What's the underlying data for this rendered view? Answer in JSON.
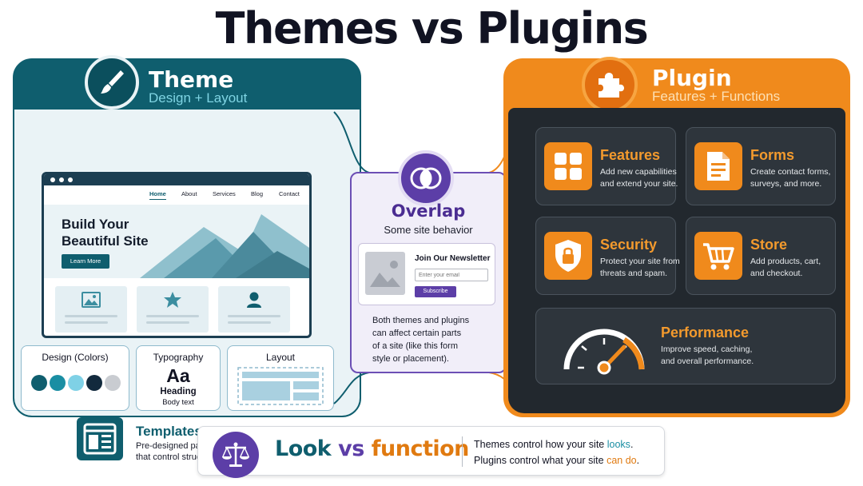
{
  "title": "Themes vs Plugins",
  "theme": {
    "title": "Theme",
    "subtitle": "Design + Layout",
    "icon": "paintbrush-icon",
    "browser": {
      "nav": [
        "Home",
        "About",
        "Services",
        "Blog",
        "Contact"
      ],
      "hero_line1": "Build Your",
      "hero_line2": "Beautiful Site",
      "hero_button": "Learn More"
    },
    "design": {
      "label": "Design (Colors)",
      "colors": [
        "#0f5e6e",
        "#1a8ea3",
        "#7fd1e6",
        "#122a3d",
        "#c9ccd1"
      ]
    },
    "typography": {
      "label": "Typography",
      "sample": "Aa",
      "heading": "Heading",
      "body": "Body text"
    },
    "layout": {
      "label": "Layout"
    },
    "templates": {
      "title": "Templates",
      "desc_line1": "Pre-designed page layouts",
      "desc_line2": "that control structure"
    }
  },
  "overlap": {
    "title": "Overlap",
    "subtitle": "Some site behavior",
    "form": {
      "title": "Join Our Newsletter",
      "placeholder": "Enter your email",
      "button": "Subscribe"
    },
    "desc_lines": [
      "Both themes and plugins",
      "can affect certain parts",
      "of a site (like this form",
      "style or placement)."
    ]
  },
  "plugin": {
    "title": "Plugin",
    "subtitle": "Features + Functions",
    "icon": "puzzle-icon",
    "features": {
      "title": "Features",
      "icon": "grid-icon",
      "line1": "Add new capabilities",
      "line2": "and extend your site."
    },
    "forms": {
      "title": "Forms",
      "icon": "document-icon",
      "line1": "Create contact forms,",
      "line2": "surveys, and more."
    },
    "security": {
      "title": "Security",
      "icon": "shield-lock-icon",
      "line1": "Protect your site from",
      "line2": "threats and spam."
    },
    "store": {
      "title": "Store",
      "icon": "cart-icon",
      "line1": "Add products, cart,",
      "line2": "and checkout."
    },
    "performance": {
      "title": "Performance",
      "icon": "speedometer-icon",
      "line1": "Improve speed, caching,",
      "line2": "and overall performance."
    }
  },
  "bottom": {
    "icon": "scales-icon",
    "look": "Look",
    "vs": "vs",
    "function": "function",
    "line1_pre": "Themes control how your site ",
    "line1_hl": "looks",
    "line1_post": ".",
    "line2_pre": "Plugins control what your site ",
    "line2_hl": "can do",
    "line2_post": "."
  },
  "colors": {
    "theme_teal": "#0f5e6e",
    "plugin_orange": "#f08a1c",
    "plugin_dark": "#22282e",
    "overlap_purple": "#5c3ea7"
  }
}
